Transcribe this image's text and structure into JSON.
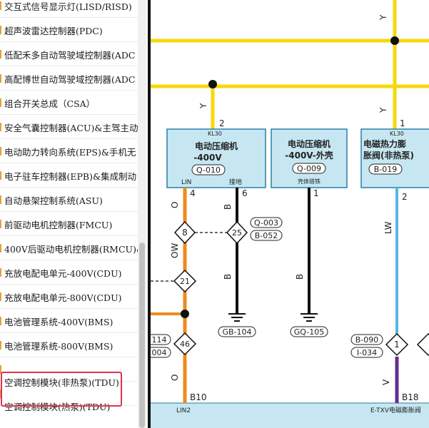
{
  "sidebar": {
    "items": [
      {
        "label": "交互式信号显示灯(LISD/RISD)"
      },
      {
        "label": "超声波雷达控制器(PDC)"
      },
      {
        "label": "低配禾多自动驾驶域控制器(ADC"
      },
      {
        "label": "高配博世自动驾驶域控制器(ADC"
      },
      {
        "label": "组合开关总成（CSA）"
      },
      {
        "label": "安全气囊控制器(ACU)&主驾主动"
      },
      {
        "label": "电动助力转向系统(EPS)&手机无"
      },
      {
        "label": "电子驻车控制器(EPB)&集成制动"
      },
      {
        "label": "自动悬架控制系统(ASU)"
      },
      {
        "label": "前驱动电机控制器(FMCU)"
      },
      {
        "label": "400V后驱动电机控制器(RMCU)&"
      },
      {
        "label": "充放电配电单元-400V(CDU)"
      },
      {
        "label": "充放电配电单元-800V(CDU)"
      },
      {
        "label": "电池管理系统-400V(BMS)"
      },
      {
        "label": "电池管理系统-800V(BMS)"
      },
      {
        "label": "空调控制模块(非热泵)(TDU)"
      },
      {
        "label": "空调控制模块(热泵)(TDU)"
      }
    ]
  },
  "diagram": {
    "colors": {
      "yellow": "#f5d90a",
      "orange": "#f08a1c",
      "box_fill": "#c6e7f2",
      "box_stroke": "#2a7fa8",
      "lightblue": "#57b8e0",
      "purple": "#6a2c8f"
    },
    "wire_labels": {
      "y_top": "Y",
      "y_left": "Y",
      "y_right": "Y",
      "o_upper": "O",
      "ow": "OW",
      "o_lower": "O",
      "b_mid": "B",
      "b_low": "B",
      "b_compressor": "B",
      "lw": "LW",
      "v": "V"
    },
    "components": {
      "comp1": {
        "kl": "KL30",
        "line1": "电动压缩机",
        "line2": "-400V",
        "code": "Q-010",
        "pin_left": "LIN",
        "pin_right": "接地"
      },
      "comp2": {
        "line1": "电动压缩机",
        "line2": "-400V-外壳",
        "code": "Q-009",
        "pin": "壳体搭铁"
      },
      "comp3": {
        "kl": "KL30",
        "line1": "电磁热力膨",
        "line2": "胀阀(非热泵)",
        "code": "B-019"
      }
    },
    "pins": {
      "p2": "2",
      "p1": "1",
      "p4": "4",
      "p6": "6",
      "p2b": "2"
    },
    "connectors": {
      "c8": "8",
      "c25": "25",
      "c21": "21",
      "c46": "46",
      "c1": "1"
    },
    "refs": {
      "q003": "Q-003",
      "b052": "B-052",
      "r114": "114",
      "r004": "004",
      "b090": "B-090",
      "i034": "I-034"
    },
    "grounds": {
      "gb104": "GB-104",
      "gq105": "GQ-105"
    },
    "bottom": {
      "b10": "B10",
      "b18": "B18",
      "lin2": "LIN2",
      "etxv": "E-TXV电磁膨胀阀"
    }
  }
}
